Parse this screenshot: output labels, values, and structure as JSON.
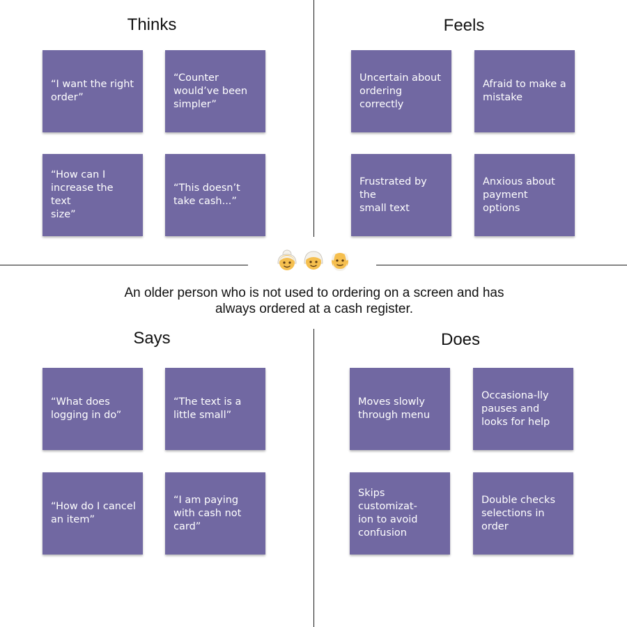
{
  "persona": {
    "icons": [
      "older-woman-emoji",
      "older-person-emoji",
      "older-man-emoji"
    ],
    "description": "An older person who is not used to ordering on a screen and has\nalways ordered at a cash register."
  },
  "colors": {
    "note_background": "#7168a2",
    "note_text": "#ffffff",
    "divider": "#1a1a1a",
    "face_skin": "#f5bf4f",
    "hair_white": "#f4f1ea",
    "hair_grey": "#cfcac0"
  },
  "quadrants": {
    "thinks": {
      "title": "Thinks",
      "notes": [
        "“I want the right\norder”",
        "“Counter\nwould’ve been\nsimpler”",
        "“How can I\nincrease the text\nsize”",
        "“This doesn’t\ntake cash...”"
      ]
    },
    "feels": {
      "title": "Feels",
      "notes": [
        "Uncertain about\nordering\ncorrectly",
        "Afraid to make a\nmistake",
        "Frustrated by the\nsmall text",
        "Anxious about\npayment\noptions"
      ]
    },
    "says": {
      "title": "Says",
      "notes": [
        "“What does\nlogging in do”",
        "“The text is a\nlittle small”",
        "“How do I cancel\nan item”",
        "“I am paying\nwith cash not\ncard”"
      ]
    },
    "does": {
      "title": "Does",
      "notes": [
        "Moves slowly\nthrough menu",
        "Occasiona-lly\npauses and\nlooks for help",
        "Skips customizat-\nion to avoid\nconfusion",
        "Double checks\nselections in\norder"
      ]
    }
  }
}
